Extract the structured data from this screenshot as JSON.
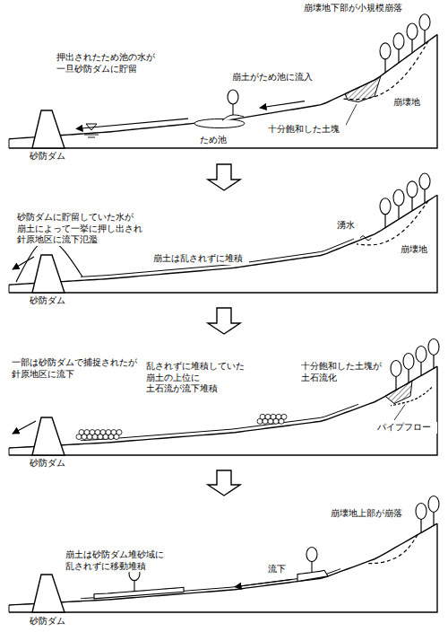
{
  "diagram": {
    "labels": [
      "崩壊地下部が小規模崩落",
      "押出されたため池の水が 一旦砂防ダムに貯留",
      "崩土がため池に流入",
      "崩壊地",
      "十分飽和した土塊",
      "ため池",
      "砂防ダム",
      "砂防ダムに貯留していた水が 崩土によって一挙に押し出され 針原地区に流下氾濫",
      "湧水",
      "崩壊地",
      "崩土は乱されずに堆積",
      "砂防ダム",
      "一部は砂防ダムで捕捉されたが 針原地区に流下",
      "乱されずに堆積していた 崩土の上位に 土石流が流下堆積",
      "十分飽和した土塊が 土石流化",
      "パイプフロー",
      "砂防ダム",
      "崩壊地上部が崩落",
      "崩土は砂防ダム堆砂域に 乱されずに移動堆積",
      "流下",
      "砂防ダム"
    ]
  }
}
